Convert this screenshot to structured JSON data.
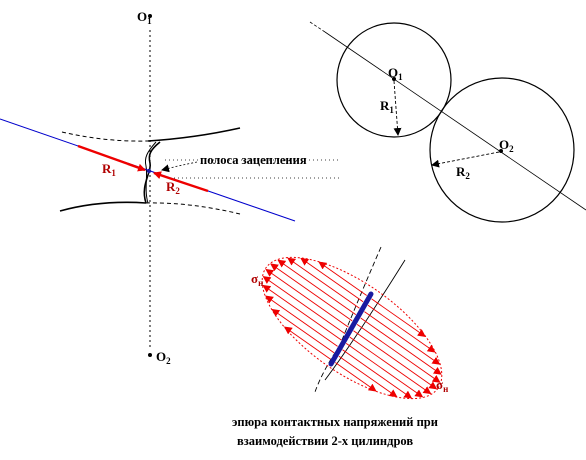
{
  "labels": {
    "o1": {
      "main": "O",
      "sub": "1"
    },
    "o2": {
      "main": "O",
      "sub": "2"
    },
    "r1": {
      "main": "R",
      "sub": "1"
    },
    "r2": {
      "main": "R",
      "sub": "2"
    },
    "right_o1": {
      "main": "O",
      "sub": "1"
    },
    "right_o2": {
      "main": "O",
      "sub": "2"
    },
    "right_r1": {
      "main": "R",
      "sub": "1"
    },
    "right_r2": {
      "main": "R",
      "sub": "2"
    },
    "sigma_top": {
      "main": "σ",
      "sub": "н"
    },
    "sigma_bottom": {
      "main": "σ",
      "sub": "н"
    }
  },
  "captions": {
    "contact_band": "полоса зацепления",
    "stress_diagram_line1": "эпюра контактных напряжений при",
    "stress_diagram_line2": "взаимодействии 2-х цилиндров"
  },
  "colors": {
    "contact_line": "#0000cc",
    "radius_arrow": "#ee0000",
    "stress_arrows": "#ee0000",
    "contact_band": "#1a1aa0",
    "label_red": "#b00000"
  }
}
